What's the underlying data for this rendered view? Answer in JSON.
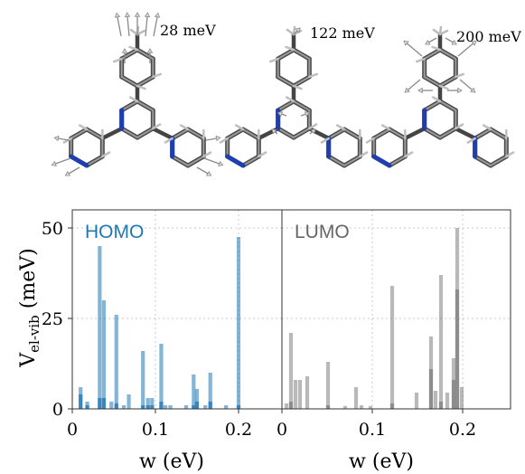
{
  "molecules": [
    {
      "label": "28 meV"
    },
    {
      "label": "122 meV"
    },
    {
      "label": "200 meV"
    }
  ],
  "chart_data": [
    {
      "type": "bar",
      "title": "HOMO",
      "title_color": "#1f77b4",
      "bar_color": "#1f77b4",
      "xlabel": "w (eV)",
      "ylabel": "V_el-vib (meV)",
      "xlim": [
        0,
        0.25
      ],
      "ylim": [
        0,
        55
      ],
      "xticks": [
        "0",
        "0.1",
        "0.2"
      ],
      "yticks": [
        "0",
        "25",
        "50"
      ],
      "grid": true,
      "series": [
        {
          "values": [
            [
              0.01,
              6
            ],
            [
              0.018,
              2
            ],
            [
              0.033,
              45
            ],
            [
              0.038,
              30
            ],
            [
              0.047,
              2
            ],
            [
              0.053,
              26
            ],
            [
              0.062,
              1
            ],
            [
              0.068,
              4
            ],
            [
              0.085,
              16
            ],
            [
              0.091,
              3
            ],
            [
              0.096,
              3
            ],
            [
              0.107,
              18
            ],
            [
              0.112,
              1
            ],
            [
              0.118,
              1
            ],
            [
              0.137,
              1
            ],
            [
              0.146,
              9.5
            ],
            [
              0.15,
              5.5
            ],
            [
              0.16,
              1
            ],
            [
              0.166,
              10
            ],
            [
              0.185,
              1
            ],
            [
              0.2,
              47.5
            ]
          ]
        },
        {
          "values": [
            [
              0.01,
              4
            ],
            [
              0.018,
              1
            ],
            [
              0.033,
              3
            ],
            [
              0.038,
              3
            ],
            [
              0.053,
              1.5
            ],
            [
              0.085,
              1
            ],
            [
              0.091,
              1
            ],
            [
              0.096,
              1
            ],
            [
              0.107,
              2
            ],
            [
              0.146,
              1
            ],
            [
              0.15,
              2
            ],
            [
              0.166,
              2
            ],
            [
              0.2,
              1
            ]
          ]
        }
      ]
    },
    {
      "type": "bar",
      "title": "LUMO",
      "title_color": "#666666",
      "bar_color": "#7f7f7f",
      "xlabel": "w (eV)",
      "xlim": [
        0,
        0.25
      ],
      "ylim": [
        0,
        55
      ],
      "xticks": [
        "0",
        "0.1",
        "0.2"
      ],
      "grid": true,
      "series": [
        {
          "values": [
            [
              0.005,
              1.5
            ],
            [
              0.01,
              21
            ],
            [
              0.015,
              8
            ],
            [
              0.02,
              8
            ],
            [
              0.028,
              9
            ],
            [
              0.051,
              13
            ],
            [
              0.07,
              0.8
            ],
            [
              0.082,
              6
            ],
            [
              0.088,
              1
            ],
            [
              0.098,
              0.8
            ],
            [
              0.122,
              34
            ],
            [
              0.149,
              4.5
            ],
            [
              0.165,
              20
            ],
            [
              0.17,
              5
            ],
            [
              0.176,
              37
            ],
            [
              0.183,
              4.5
            ],
            [
              0.19,
              14
            ],
            [
              0.194,
              50
            ],
            [
              0.199,
              6
            ]
          ]
        },
        {
          "values": [
            [
              0.01,
              2
            ],
            [
              0.051,
              1
            ],
            [
              0.122,
              1.5
            ],
            [
              0.165,
              11
            ],
            [
              0.176,
              2
            ],
            [
              0.19,
              8
            ],
            [
              0.194,
              33
            ]
          ]
        }
      ]
    }
  ]
}
